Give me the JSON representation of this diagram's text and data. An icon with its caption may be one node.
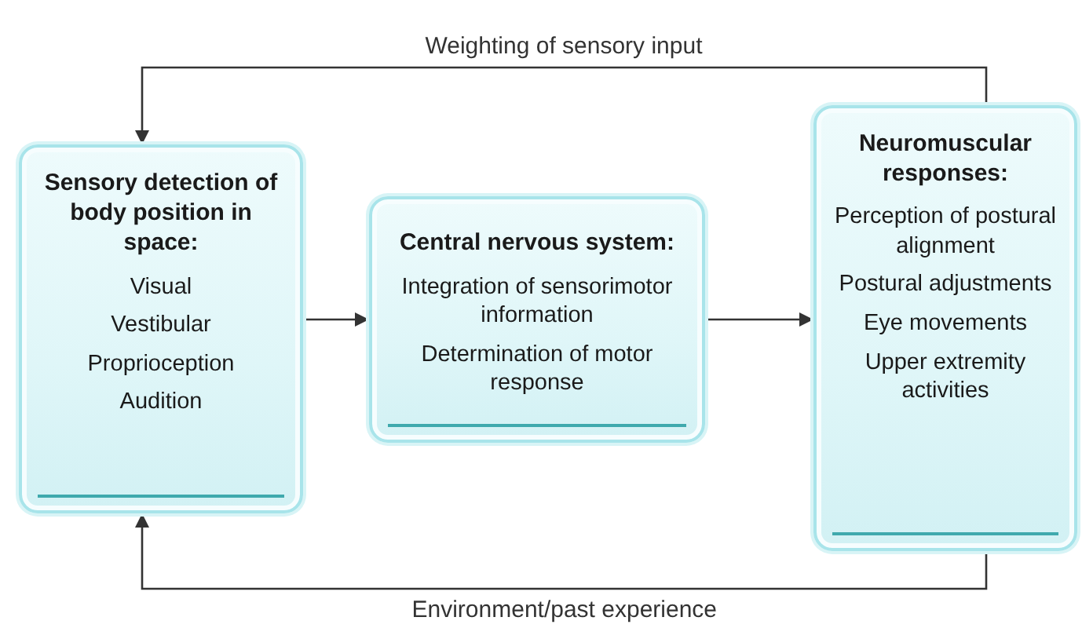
{
  "diagram": {
    "nodes": [
      {
        "text": [
          "Sensory detection of body position in space:",
          "Visual",
          "Vestibular",
          "Proprioception",
          "Audition"
        ]
      },
      {
        "text": [
          "Central nervous system:",
          "Integration of sensorimotor information",
          "Determination of motor response"
        ]
      },
      {
        "text": [
          "Neuromuscular responses:",
          "Perception of postural alignment",
          "Postural adjustments",
          "Eye movements",
          "Upper extremity activities"
        ]
      }
    ],
    "edges": [
      {
        "from": 0,
        "to": 1,
        "arrow": "to"
      },
      {
        "from": 1,
        "to": 2,
        "arrow": "to"
      },
      {
        "from": 2,
        "to": 0,
        "arrow": "to",
        "label": "Weighting of sensory input"
      },
      {
        "from": 2,
        "to": 0,
        "arrow": "to",
        "label": "Environment/past experience"
      }
    ]
  }
}
